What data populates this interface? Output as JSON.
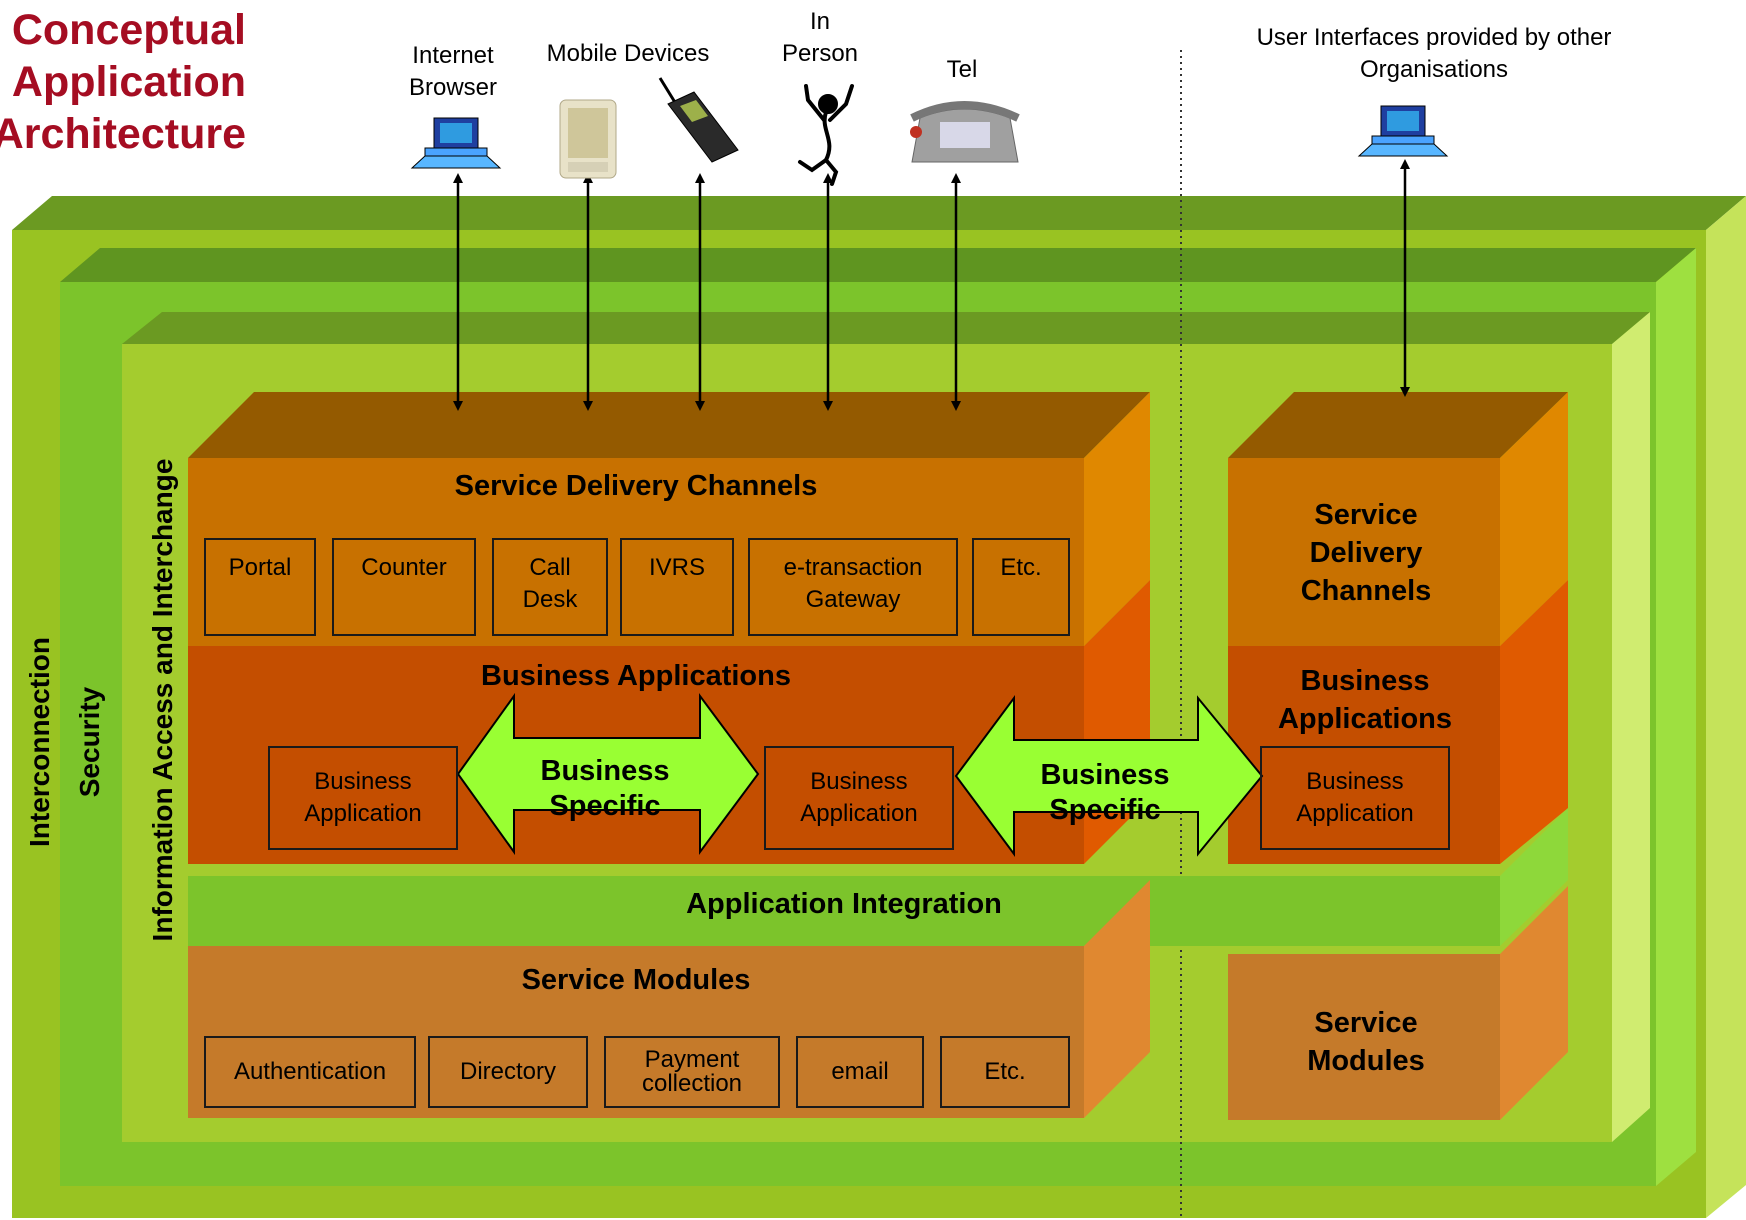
{
  "title": [
    "Conceptual",
    "Application",
    "Architecture"
  ],
  "channels": {
    "internet_browser": "Internet Browser",
    "mobile_devices": "Mobile Devices",
    "in_person": "In Person",
    "tel": "Tel",
    "other_orgs": "User Interfaces provided by other Organisations"
  },
  "layers": {
    "interconnection": "Interconnection",
    "security": "Security",
    "information_access": "Information Access and Interchange",
    "application_integration": "Application Integration"
  },
  "left": {
    "service_delivery_channels": "Service Delivery Channels",
    "channel_boxes": [
      "Portal",
      "Counter",
      "Call Desk",
      "IVRS",
      "e-transaction Gateway",
      "Etc."
    ],
    "business_applications": "Business Applications",
    "business_application_box": "Business Application",
    "business_specific": "Business Specific",
    "service_modules": "Service Modules",
    "module_boxes": [
      "Authentication",
      "Directory",
      "Payment collection",
      "email",
      "Etc."
    ]
  },
  "right": {
    "service_delivery_channels": "Service Delivery Channels",
    "business_applications": "Business Applications",
    "business_application_box": "Business Application",
    "service_modules": "Service Modules"
  },
  "colors": {
    "title": "#a50d22",
    "outer_green": "#99c322",
    "mid_green": "#7cc42b",
    "inner_green": "#a4cc2e",
    "top_dark_green": "#6b9a22",
    "channels_orange": "#c87100",
    "business_orange": "#c44e00",
    "modules_orange": "#c57a2a",
    "arrow_green": "#99ff33"
  }
}
